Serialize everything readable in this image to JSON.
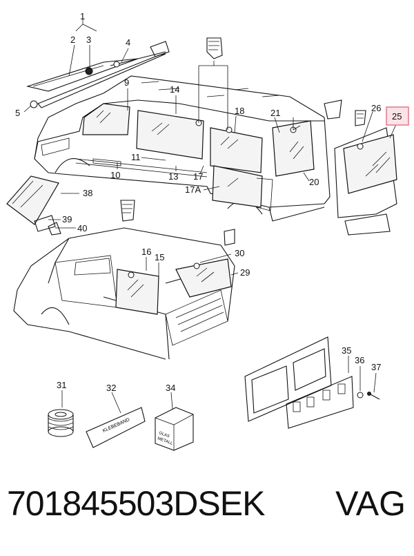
{
  "callouts": {
    "c1": "1",
    "c2": "2",
    "c3": "3",
    "c4": "4",
    "c5": "5",
    "c9": "9",
    "c10": "10",
    "c11": "11",
    "c13": "13",
    "c14": "14",
    "c15": "15",
    "c16": "16",
    "c17": "17",
    "c17a": "17A",
    "c18": "18",
    "c20": "20",
    "c21": "21",
    "c25": "25",
    "c26": "26",
    "c29": "29",
    "c30": "30",
    "c31": "31",
    "c32": "32",
    "c34": "34",
    "c35": "35",
    "c36": "36",
    "c37": "37",
    "c38": "38",
    "c39": "39",
    "c40": "40"
  },
  "highlight_color": "#e07a8a",
  "highlight_fill": "#fbe3e8",
  "packaging": {
    "tape_label": "KLEBEBAND",
    "box_label_line1": "GLAS",
    "box_label_line2": "METALL"
  },
  "footer": {
    "part_number": "701845503DSEK",
    "brand": "VAG"
  }
}
